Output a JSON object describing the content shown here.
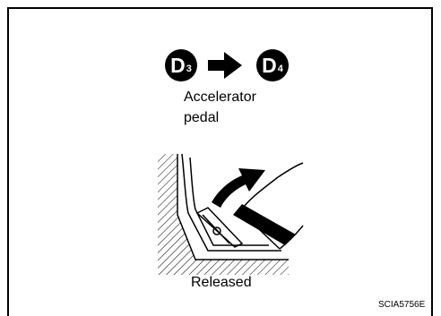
{
  "from_gear": {
    "letter": "D",
    "sub": "3"
  },
  "to_gear": {
    "letter": "D",
    "sub": "4"
  },
  "label_line1": "Accelerator",
  "label_line2": "pedal",
  "state_label": "Released",
  "figure_id": "SCIA5756E"
}
